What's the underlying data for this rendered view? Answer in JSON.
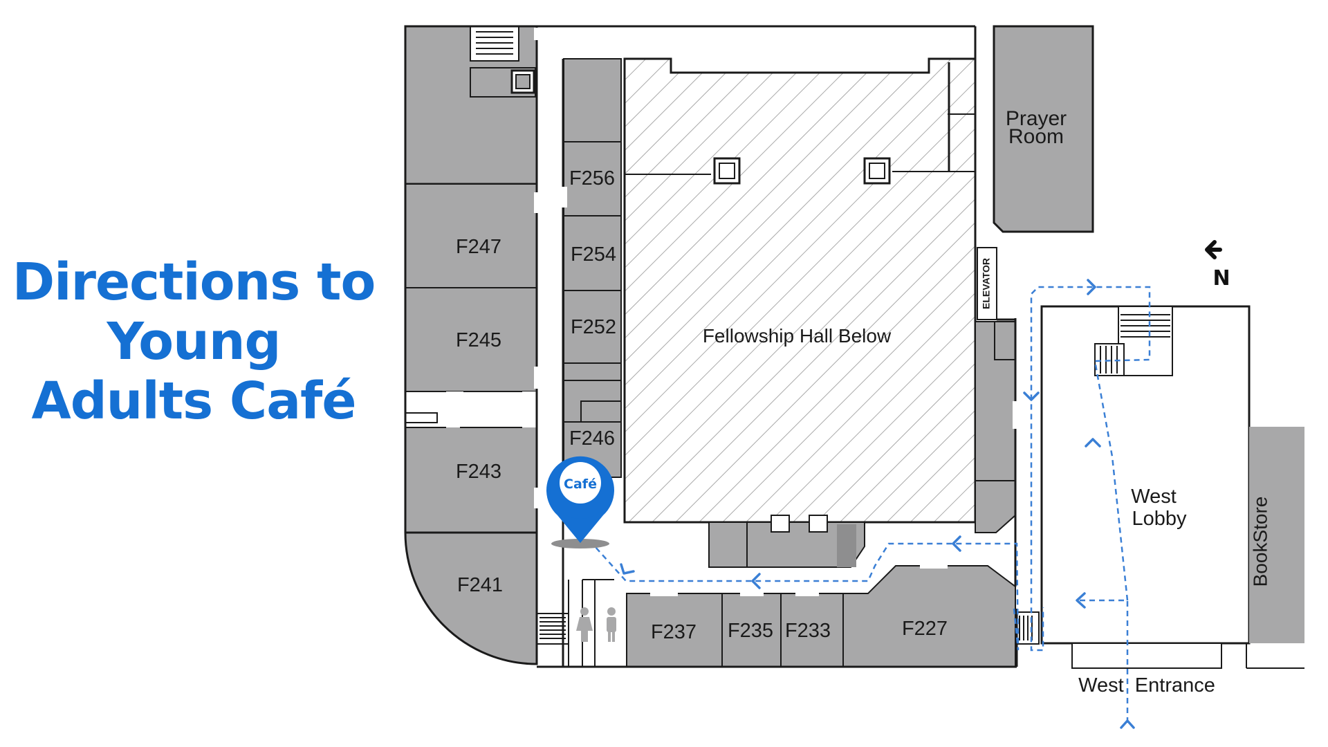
{
  "title": {
    "line1": "Directions to",
    "line2": "Young",
    "line3": "Adults Café"
  },
  "colors": {
    "accent": "#1570d3",
    "room_fill": "#a8a8a9",
    "wall": "#1a1a1a",
    "route": "#3a7fd5"
  },
  "rooms": {
    "prayer_room_line1": "Prayer",
    "prayer_room_line2": "Room",
    "f256": "F256",
    "f254": "F254",
    "f252": "F252",
    "f246": "F246",
    "f247": "F247",
    "f245": "F245",
    "f243": "F243",
    "f241": "F241",
    "f237": "F237",
    "f235": "F235",
    "f233": "F233",
    "f227": "F227",
    "fellowship_hall": "Fellowship Hall Below",
    "elevator": "ELEVATOR",
    "west_lobby_line1": "West",
    "west_lobby_line2": "Lobby",
    "bookstore": "BookStore",
    "west_entrance": "West  Entrance"
  },
  "compass": {
    "label": "N",
    "icon": "arrow-left-icon"
  },
  "marker": {
    "label": "Café",
    "icon": "map-pin-icon"
  },
  "restroom_icons": [
    "women-restroom-icon",
    "men-restroom-icon"
  ]
}
